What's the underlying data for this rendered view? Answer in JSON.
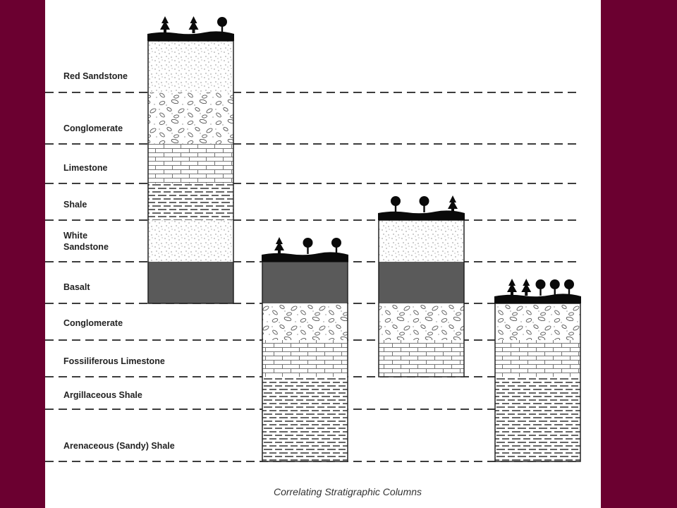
{
  "caption": "Correlating Stratigraphic Columns",
  "legend": {
    "layers": [
      {
        "id": "red-sandstone",
        "lines": [
          "Red Sandstone"
        ],
        "pattern": "sandstone"
      },
      {
        "id": "conglomerate-upper",
        "lines": [
          "Conglomerate"
        ],
        "pattern": "conglomerate"
      },
      {
        "id": "limestone",
        "lines": [
          "Limestone"
        ],
        "pattern": "limestone"
      },
      {
        "id": "shale",
        "lines": [
          "Shale"
        ],
        "pattern": "shale"
      },
      {
        "id": "white-sandstone",
        "lines": [
          "White",
          "Sandstone"
        ],
        "pattern": "sandstone"
      },
      {
        "id": "basalt",
        "lines": [
          "Basalt"
        ],
        "pattern": "basalt"
      },
      {
        "id": "conglomerate-lower",
        "lines": [
          "Conglomerate"
        ],
        "pattern": "conglomerate"
      },
      {
        "id": "fossiliferous-limestone",
        "lines": [
          "Fossiliferous Limestone"
        ],
        "pattern": "limestone"
      },
      {
        "id": "argillaceous-shale",
        "lines": [
          "Argillaceous Shale"
        ],
        "pattern": "shale"
      },
      {
        "id": "arenaceous-shale",
        "lines": [
          "Arenaceous (Sandy) Shale"
        ],
        "pattern": "shale"
      }
    ]
  },
  "columns": [
    {
      "id": "column-1",
      "layers": [
        "red-sandstone",
        "conglomerate-upper",
        "limestone",
        "shale",
        "white-sandstone",
        "basalt"
      ],
      "vegetation": [
        "conifer",
        "conifer",
        "tree"
      ]
    },
    {
      "id": "column-2",
      "layers": [
        "basalt",
        "conglomerate-lower",
        "fossiliferous-limestone",
        "argillaceous-shale",
        "arenaceous-shale"
      ],
      "vegetation": [
        "conifer",
        "tree",
        "tree"
      ]
    },
    {
      "id": "column-3",
      "layers": [
        "white-sandstone",
        "basalt",
        "conglomerate-lower",
        "fossiliferous-limestone"
      ],
      "vegetation": [
        "tree",
        "tree",
        "conifer"
      ]
    },
    {
      "id": "column-4",
      "layers": [
        "conglomerate-lower",
        "fossiliferous-limestone",
        "argillaceous-shale",
        "arenaceous-shale"
      ],
      "vegetation": [
        "conifer",
        "conifer",
        "tree",
        "tree",
        "tree"
      ]
    }
  ],
  "colors": {
    "basalt": "#5a5a5a",
    "line": "#222222",
    "soil": "#0a0a0a",
    "frame": "#6b0030"
  }
}
